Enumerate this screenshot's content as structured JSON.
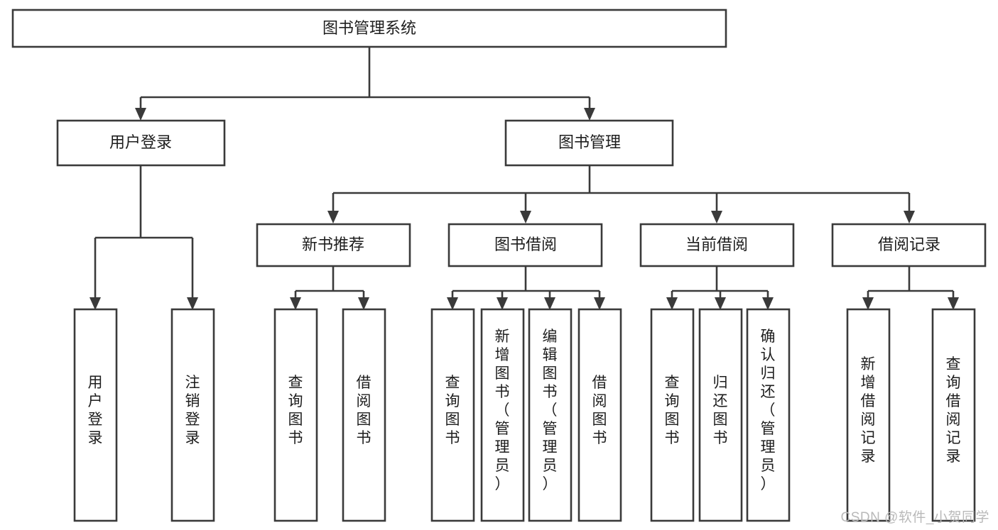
{
  "diagram": {
    "type": "tree",
    "orientation": "top-down",
    "title": "图书管理系统",
    "watermark": "CSDN @软件_小贺同学",
    "colors": {
      "background": "#ffffff",
      "box_stroke": "#3a3a3a",
      "box_fill": "#ffffff",
      "text": "#1d1d1d",
      "watermark": "#b9b9b9"
    },
    "levels": {
      "root": {
        "label": "图书管理系统"
      },
      "level2": [
        {
          "label": "用户登录"
        },
        {
          "label": "图书管理"
        }
      ],
      "level3": [
        {
          "label": "新书推荐"
        },
        {
          "label": "图书借阅"
        },
        {
          "label": "当前借阅"
        },
        {
          "label": "借阅记录"
        }
      ],
      "leaves": [
        {
          "label": "用户登录",
          "parent": "用户登录"
        },
        {
          "label": "注销登录",
          "parent": "用户登录"
        },
        {
          "label": "查询图书",
          "parent": "新书推荐"
        },
        {
          "label": "借阅图书",
          "parent": "新书推荐"
        },
        {
          "label": "查询图书",
          "parent": "图书借阅"
        },
        {
          "label": "新增图书（管理员）",
          "parent": "图书借阅"
        },
        {
          "label": "编辑图书（管理员）",
          "parent": "图书借阅"
        },
        {
          "label": "借阅图书",
          "parent": "图书借阅"
        },
        {
          "label": "查询图书",
          "parent": "当前借阅"
        },
        {
          "label": "归还图书",
          "parent": "当前借阅"
        },
        {
          "label": "确认归还（管理员）",
          "parent": "当前借阅"
        },
        {
          "label": "新增借阅记录",
          "parent": "借阅记录"
        },
        {
          "label": "查询借阅记录",
          "parent": "借阅记录"
        }
      ]
    },
    "nodes": {
      "root": "图书管理系统",
      "n_user_login": "用户登录",
      "n_book_manage": "图书管理",
      "n_new_book": "新书推荐",
      "n_book_borrow": "图书借阅",
      "n_current_borrow": "当前借阅",
      "n_borrow_record": "借阅记录",
      "leaf_user_login": "用户登录",
      "leaf_logout": "注销登录",
      "leaf_query_book_1": "查询图书",
      "leaf_borrow_book_1": "借阅图书",
      "leaf_query_book_2": "查询图书",
      "leaf_add_book": "新增图书（管理员）",
      "leaf_edit_book": "编辑图书（管理员）",
      "leaf_borrow_book_2": "借阅图书",
      "leaf_query_book_3": "查询图书",
      "leaf_return_book": "归还图书",
      "leaf_confirm_return": "确认归还（管理员）",
      "leaf_add_record": "新增借阅记录",
      "leaf_query_record": "查询借阅记录"
    }
  }
}
